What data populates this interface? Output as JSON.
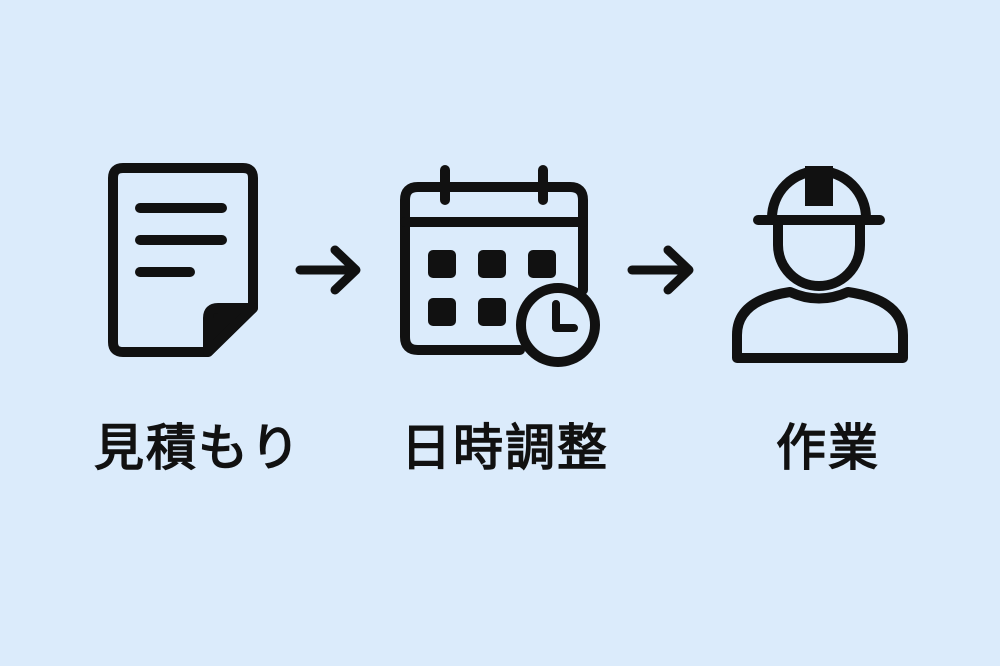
{
  "colors": {
    "background": "#dbebfb",
    "ink": "#111111"
  },
  "steps": [
    {
      "label": "見積もり",
      "icon": "document-icon"
    },
    {
      "label": "日時調整",
      "icon": "calendar-clock-icon"
    },
    {
      "label": "作業",
      "icon": "worker-hardhat-icon"
    }
  ]
}
